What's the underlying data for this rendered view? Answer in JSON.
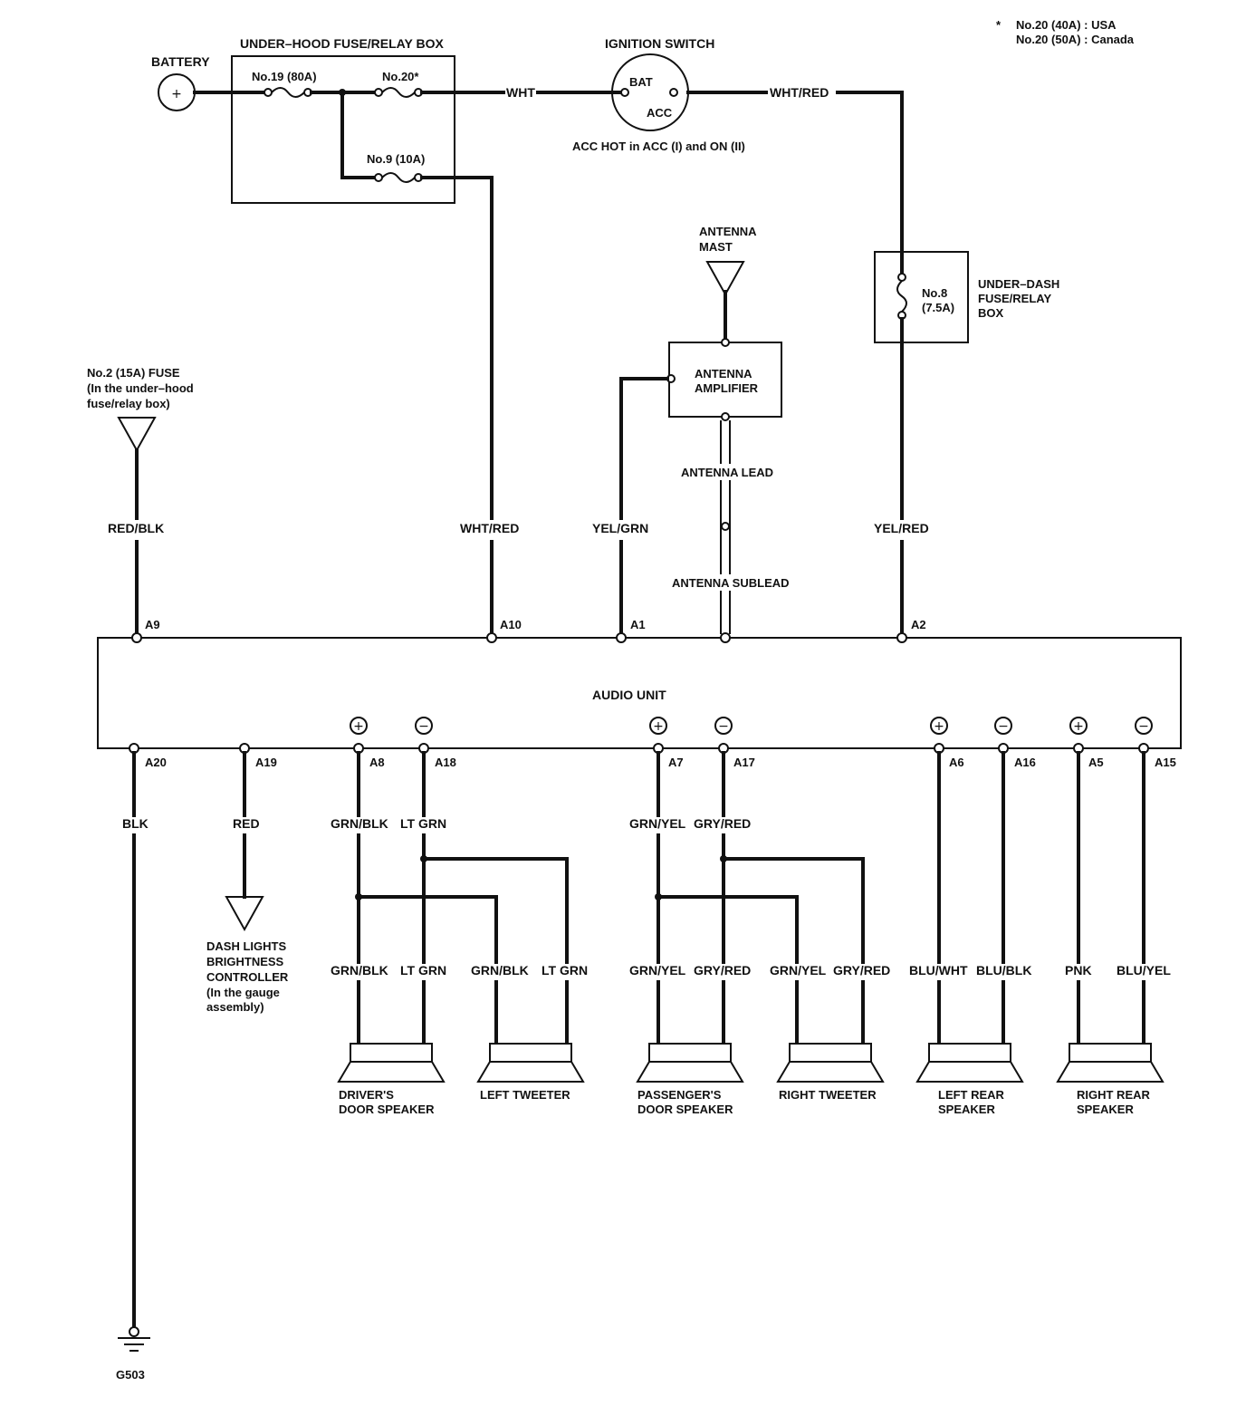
{
  "footnote": {
    "mark": "*",
    "line1": "No.20 (40A) : USA",
    "line2": "No.20 (50A) : Canada"
  },
  "battery": {
    "label": "BATTERY",
    "symbol": "+"
  },
  "underhood_box": {
    "title": "UNDER–HOOD FUSE/RELAY BOX",
    "fuse19": "No.19 (80A)",
    "fuse20": "No.20*",
    "fuse9": "No.9 (10A)"
  },
  "ignition": {
    "title": "IGNITION SWITCH",
    "bat": "BAT",
    "acc": "ACC",
    "note": "ACC HOT in ACC (I) and ON (II)"
  },
  "underdash_box": {
    "fuse8": "No.8",
    "fuse8_rating": "(7.5A)",
    "title_line1": "UNDER–DASH",
    "title_line2": "FUSE/RELAY",
    "title_line3": "BOX"
  },
  "antenna": {
    "mast_line1": "ANTENNA",
    "mast_line2": "MAST",
    "amp_line1": "ANTENNA",
    "amp_line2": "AMPLIFIER",
    "lead": "ANTENNA LEAD",
    "sublead": "ANTENNA SUBLEAD"
  },
  "fuse2": {
    "line1": "No.2 (15A) FUSE",
    "line2": "(In the under–hood",
    "line3": "fuse/relay box)"
  },
  "audio_unit": {
    "label": "AUDIO UNIT"
  },
  "pins": {
    "A9": "A9",
    "A10": "A10",
    "A1": "A1",
    "A2": "A2",
    "A20": "A20",
    "A19": "A19",
    "A8": "A8",
    "A18": "A18",
    "A7": "A7",
    "A17": "A17",
    "A6": "A6",
    "A16": "A16",
    "A5": "A5",
    "A15": "A15"
  },
  "polarity": {
    "plus": "+",
    "minus": "−"
  },
  "wires": {
    "wht": "WHT",
    "wht_red_top": "WHT/RED",
    "red_blk": "RED/BLK",
    "wht_red": "WHT/RED",
    "yel_grn": "YEL/GRN",
    "yel_red": "YEL/RED",
    "blk": "BLK",
    "red": "RED",
    "grn_blk": "GRN/BLK",
    "lt_grn": "LT GRN",
    "grn_yel": "GRN/YEL",
    "gry_red": "GRY/RED",
    "blu_wht": "BLU/WHT",
    "blu_blk": "BLU/BLK",
    "pnk": "PNK",
    "blu_yel": "BLU/YEL"
  },
  "dash_lights": {
    "line1": "DASH LIGHTS",
    "line2": "BRIGHTNESS",
    "line3": "CONTROLLER",
    "line4": "(In the gauge",
    "line5": "assembly)"
  },
  "speakers": {
    "driver": {
      "line1": "DRIVER'S",
      "line2": "DOOR SPEAKER"
    },
    "left_tweeter": {
      "line1": "LEFT TWEETER"
    },
    "passenger": {
      "line1": "PASSENGER'S",
      "line2": "DOOR SPEAKER"
    },
    "right_tweeter": {
      "line1": "RIGHT TWEETER"
    },
    "left_rear": {
      "line1": "LEFT REAR",
      "line2": "SPEAKER"
    },
    "right_rear": {
      "line1": "RIGHT REAR",
      "line2": "SPEAKER"
    }
  },
  "ground": {
    "label": "G503"
  }
}
